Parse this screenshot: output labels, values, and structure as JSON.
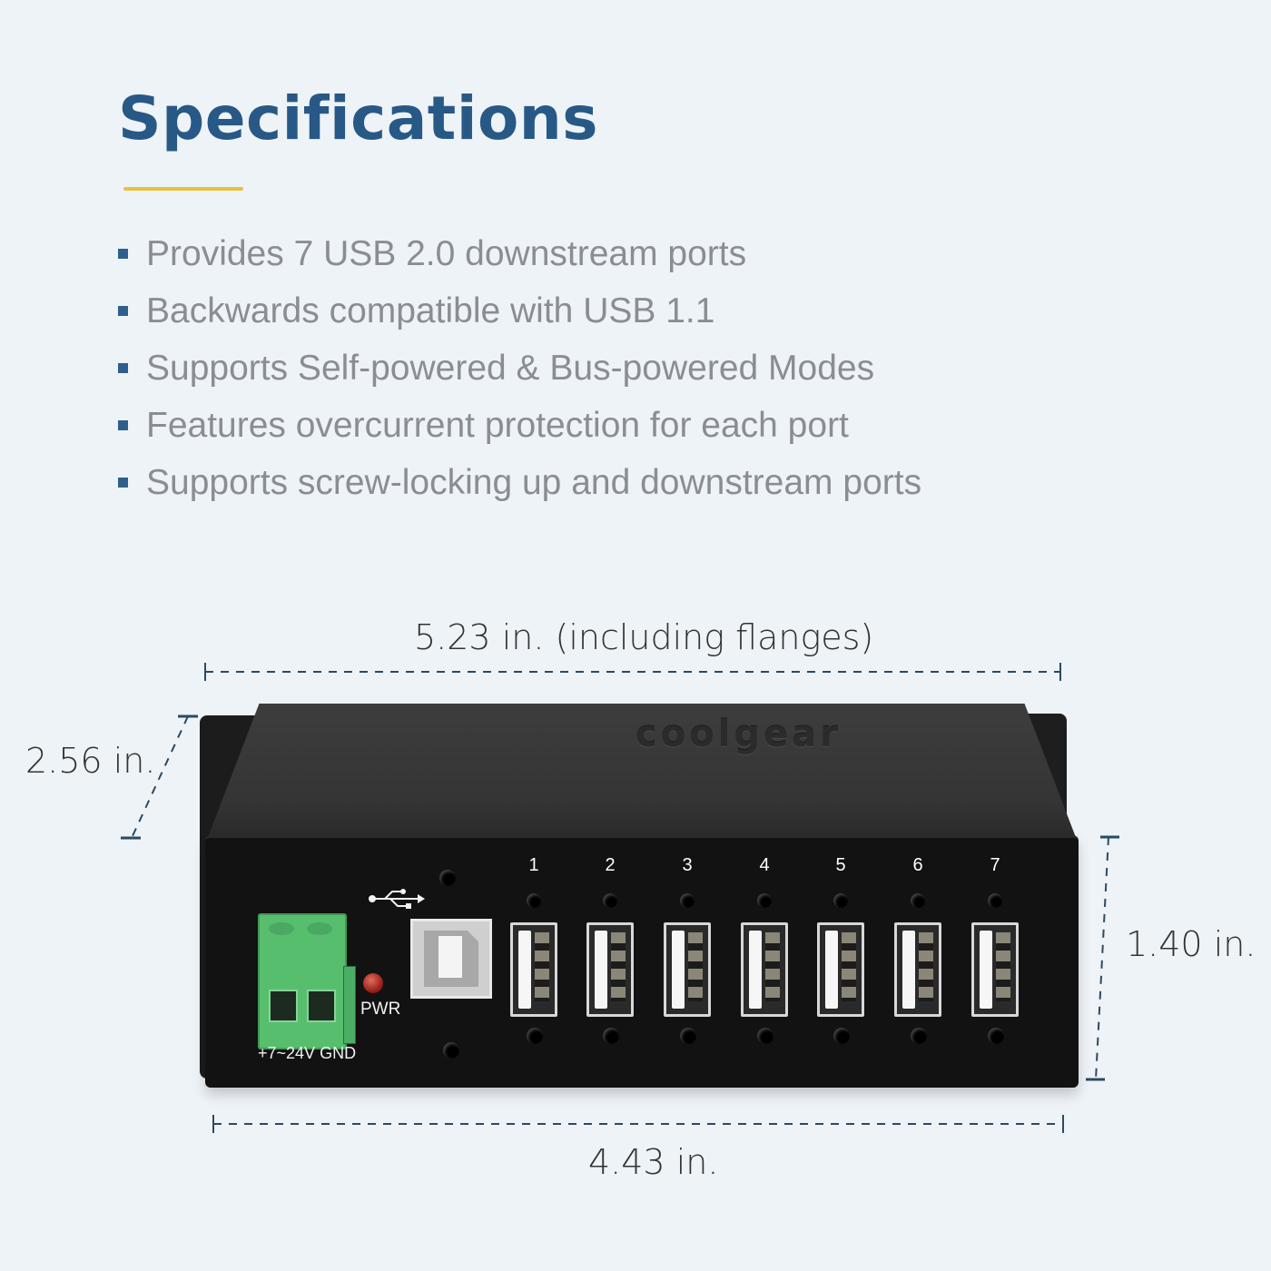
{
  "header": {
    "title": "Specifications"
  },
  "colors": {
    "background": "#eef3f7",
    "title": "#285986",
    "accent_line": "#e6c23e",
    "bullet": "#2e5f8c",
    "spec_text": "#8a8e93",
    "dimension_line": "#2b4a63"
  },
  "specs": [
    {
      "text": "Provides 7 USB 2.0 downstream ports"
    },
    {
      "text": "Backwards compatible with USB 1.1"
    },
    {
      "text": "Supports Self-powered & Bus-powered Modes"
    },
    {
      "text": "Features overcurrent protection for each port"
    },
    {
      "text": "Supports screw-locking up and downstream ports"
    }
  ],
  "dimensions": {
    "width_with_flanges": "5.23 in. (including flanges)",
    "depth": "2.56 in.",
    "height": "1.40 in.",
    "width": "4.43 in."
  },
  "product": {
    "brand_logo": "coolgear",
    "power_terminal_label": "+7~24V GND",
    "power_led_label": "PWR",
    "upstream_icon": "usb-icon",
    "ports": [
      {
        "number": "1"
      },
      {
        "number": "2"
      },
      {
        "number": "3"
      },
      {
        "number": "4"
      },
      {
        "number": "5"
      },
      {
        "number": "6"
      },
      {
        "number": "7"
      }
    ]
  }
}
